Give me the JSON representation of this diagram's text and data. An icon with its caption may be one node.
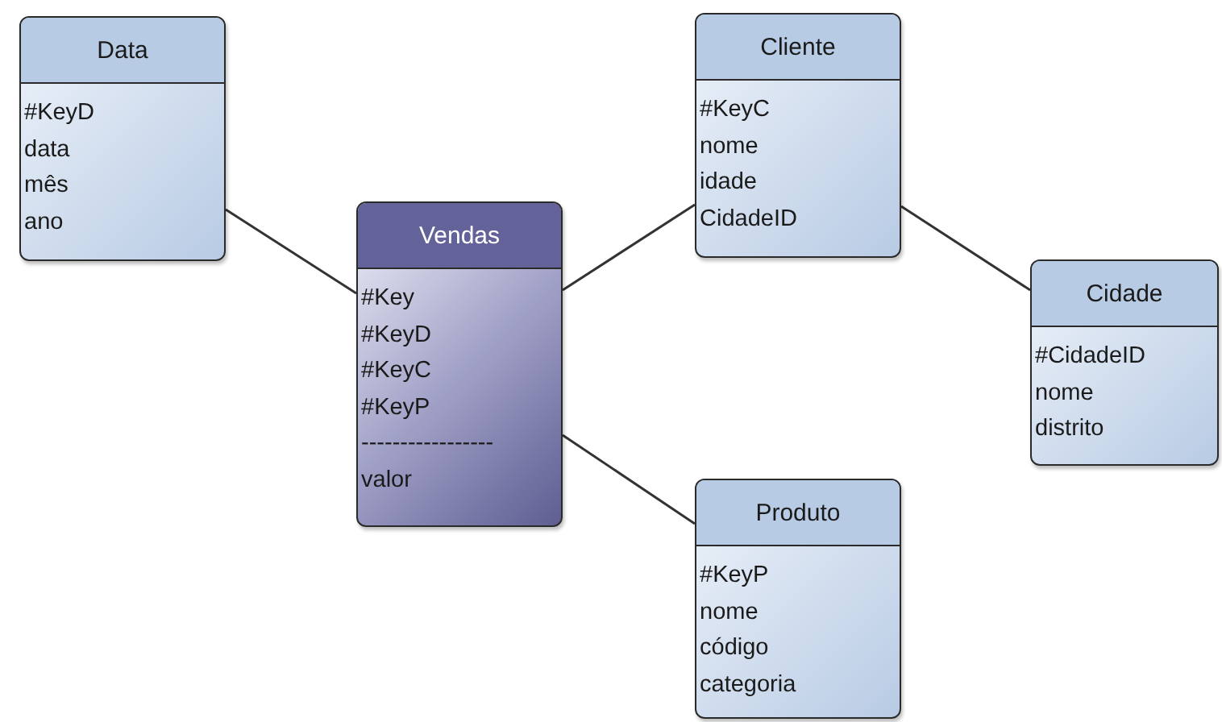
{
  "diagram": {
    "nodes": [
      {
        "text": [
          "Data",
          "#KeyD",
          "data",
          "mês",
          "ano"
        ]
      },
      {
        "text": [
          "Vendas",
          "#Key",
          "#KeyD",
          "#KeyC",
          "#KeyP",
          "-----------------",
          "valor"
        ]
      },
      {
        "text": [
          "Cliente",
          "#KeyC",
          "nome",
          "idade",
          "CidadeID"
        ]
      },
      {
        "text": [
          "Cidade",
          "#CidadeID",
          "nome",
          "distrito"
        ]
      },
      {
        "text": [
          "Produto",
          "#KeyP",
          "nome",
          "código",
          "categoria"
        ]
      }
    ],
    "edges": [
      {
        "from": 0,
        "to": 1,
        "arrow": "none"
      },
      {
        "from": 1,
        "to": 2,
        "arrow": "none"
      },
      {
        "from": 2,
        "to": 3,
        "arrow": "none"
      },
      {
        "from": 1,
        "to": 4,
        "arrow": "none"
      }
    ]
  }
}
